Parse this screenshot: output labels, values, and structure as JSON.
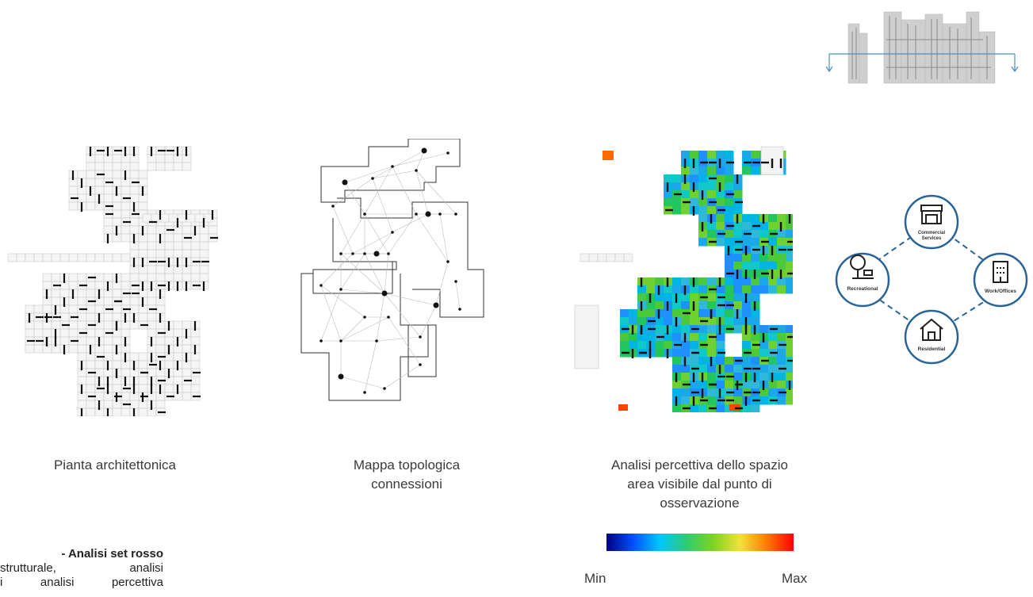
{
  "captions": {
    "plan": "Pianta architettonica",
    "topology": [
      "Mappa topologica",
      "connessioni"
    ],
    "perception": [
      "Analisi percettiva dello spazio",
      "area visibile dal punto di",
      "osservazione"
    ]
  },
  "scale": {
    "min_label": "Min",
    "max_label": "Max",
    "colors": [
      "#00007f",
      "#0050ff",
      "#00c8ff",
      "#2ecc71",
      "#7ed321",
      "#f1e33a",
      "#ff7a00",
      "#ff0000"
    ]
  },
  "side_text": {
    "bold": "- Analisi set rosso",
    "lines": [
      "strutturale, analisi",
      "i analisi percettiva"
    ]
  },
  "functions": {
    "nodes": [
      {
        "id": "commercial",
        "label_line1": "Commercial",
        "label_line2": "Services",
        "icon": "shop-icon"
      },
      {
        "id": "work",
        "label_line1": "Work/Offices",
        "label_line2": "",
        "icon": "office-building-icon"
      },
      {
        "id": "residential",
        "label_line1": "Residential",
        "label_line2": "",
        "icon": "house-icon"
      },
      {
        "id": "recreational",
        "label_line1": "Recreational",
        "label_line2": "",
        "icon": "tree-bench-icon"
      }
    ],
    "ring_color": "#2a6496"
  }
}
